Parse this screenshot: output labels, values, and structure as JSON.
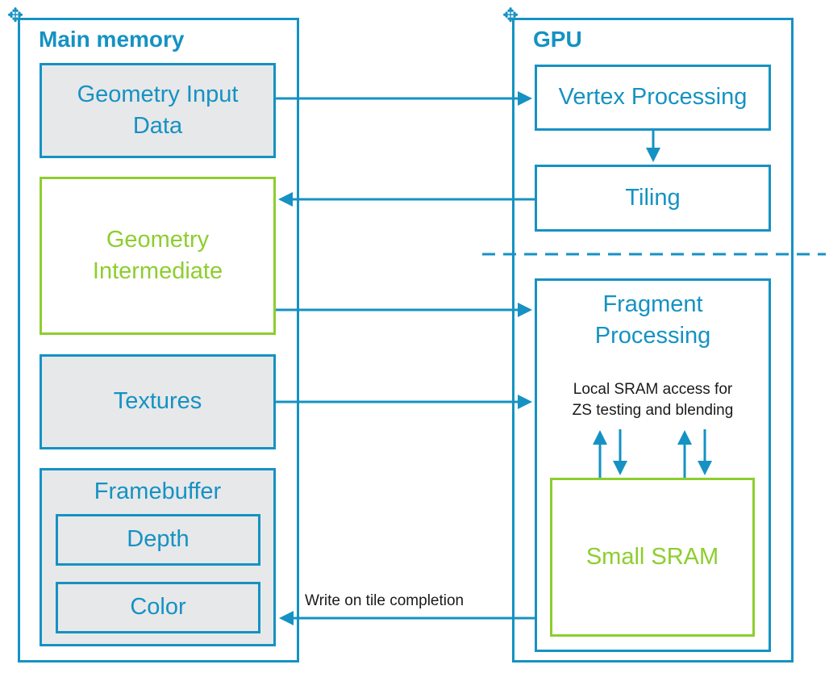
{
  "main_memory": {
    "title": "Main memory",
    "geometry_input_line1": "Geometry Input",
    "geometry_input_line2": "Data",
    "geometry_intermediate_line1": "Geometry",
    "geometry_intermediate_line2": "Intermediate",
    "textures": "Textures",
    "framebuffer": "Framebuffer",
    "depth": "Depth",
    "color": "Color"
  },
  "gpu": {
    "title": "GPU",
    "vertex_processing": "Vertex Processing",
    "tiling": "Tiling",
    "fragment_processing_line1": "Fragment",
    "fragment_processing_line2": "Processing",
    "sram_access_line1": "Local SRAM access for",
    "sram_access_line2": "ZS testing and blending",
    "small_sram": "Small SRAM"
  },
  "edges": {
    "write_on_tile_completion": "Write on tile completion"
  },
  "colors": {
    "blue": "#1592c3",
    "green": "#8dce2e",
    "grey_fill": "#e7e8ea"
  }
}
